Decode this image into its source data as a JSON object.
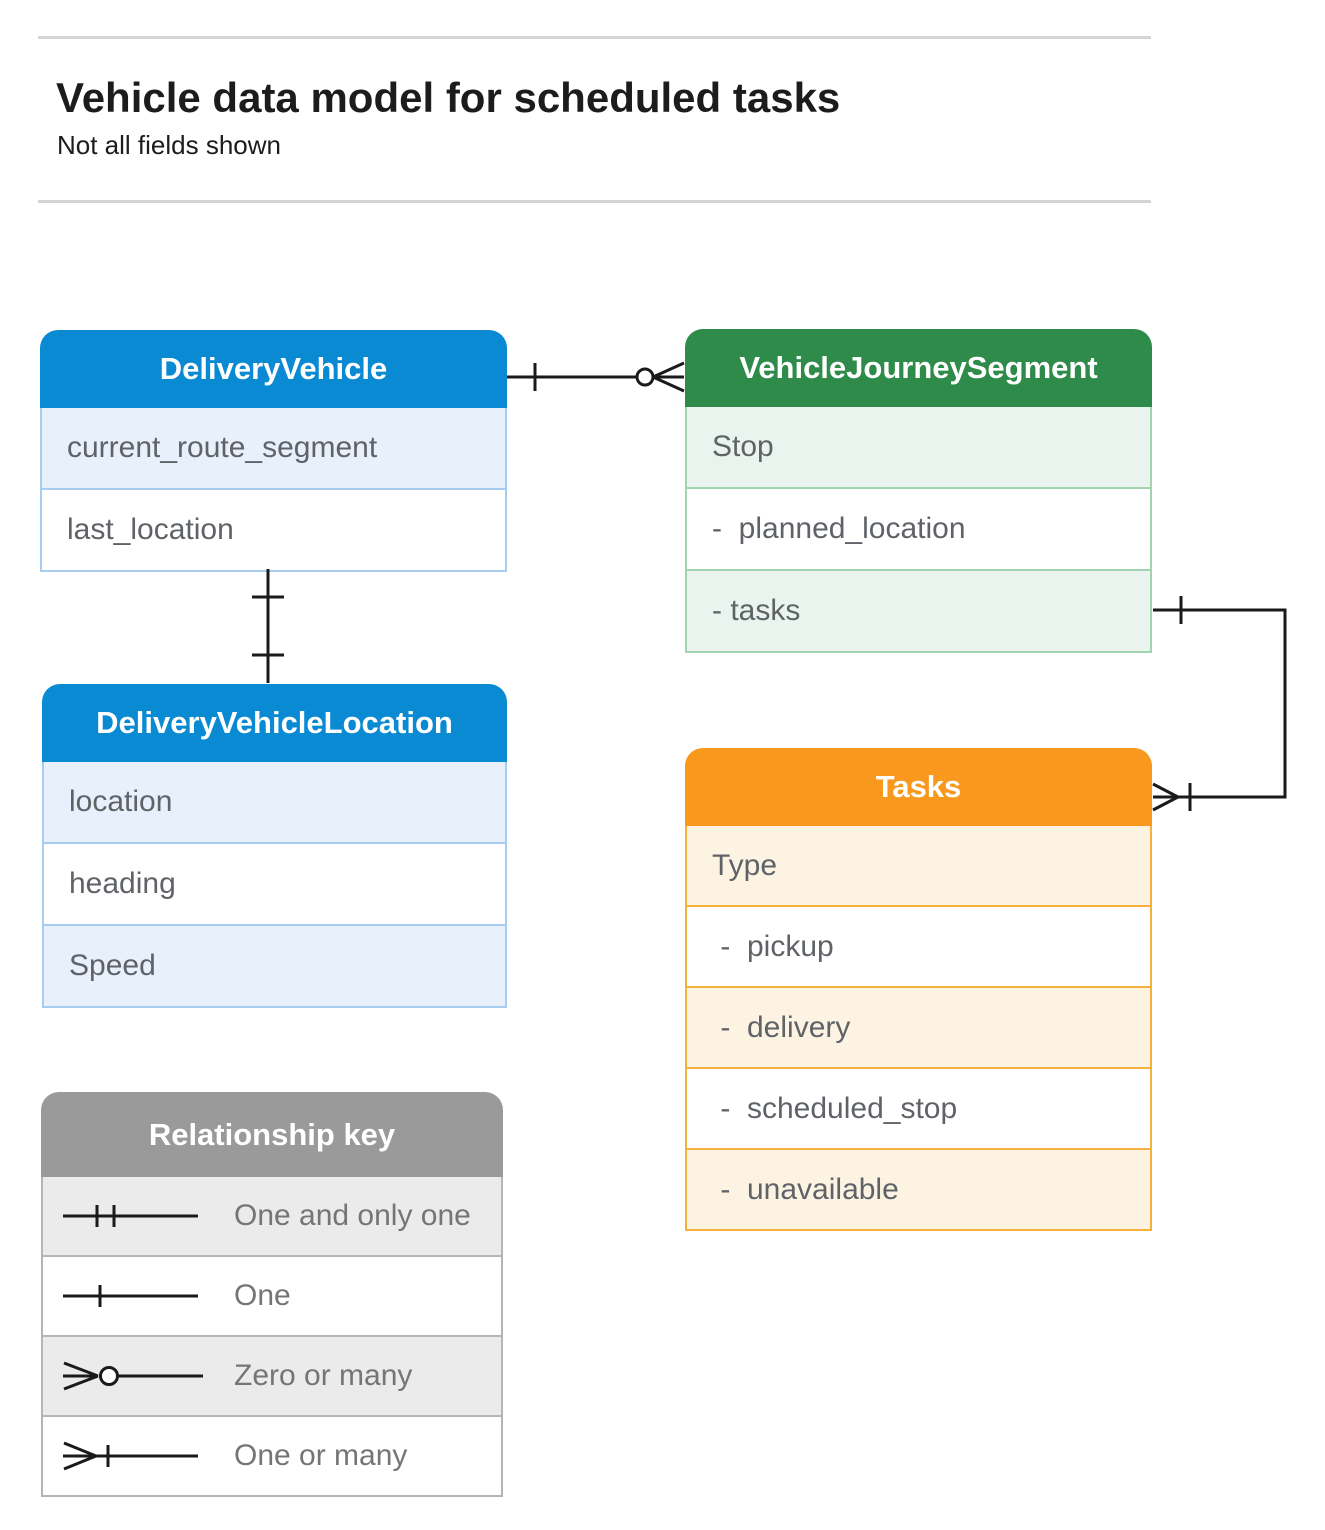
{
  "page": {
    "title": "Vehicle data model for scheduled tasks",
    "subtitle": "Not all fields shown"
  },
  "colors": {
    "blue": "#098ad3",
    "blue_light": "#e8f1fb",
    "blue_border": "#a6cdef",
    "green": "#2e8b49",
    "green_light": "#eaf4ee",
    "green_border": "#a3d3af",
    "orange": "#f8991d",
    "orange_light": "#fdf3e3",
    "orange_border": "#f4b13c",
    "gray": "#9a9a9a",
    "gray_light": "#ebebeb",
    "gray_border": "#b5b5b5",
    "row_text": "#5f6368",
    "connector": "#1a1a1a"
  },
  "entities": {
    "delivery_vehicle": {
      "title": "DeliveryVehicle",
      "rows": [
        "current_route_segment",
        "last_location"
      ]
    },
    "vehicle_journey_segment": {
      "title": "VehicleJourneySegment",
      "rows": [
        "Stop",
        "-  planned_location",
        "- tasks"
      ]
    },
    "delivery_vehicle_location": {
      "title": "DeliveryVehicleLocation",
      "rows": [
        "location",
        "heading",
        "Speed"
      ]
    },
    "tasks": {
      "title": "Tasks",
      "rows": [
        "Type",
        " -  pickup",
        " -  delivery",
        " -  scheduled_stop",
        " -  unavailable"
      ]
    }
  },
  "legend": {
    "title": "Relationship key",
    "items": [
      {
        "icon": "one-and-only-one-icon",
        "label": "One and only one"
      },
      {
        "icon": "one-icon",
        "label": "One"
      },
      {
        "icon": "zero-or-many-icon",
        "label": "Zero or many"
      },
      {
        "icon": "one-or-many-icon",
        "label": "One or many"
      }
    ]
  },
  "relationships": [
    {
      "from": "DeliveryVehicle",
      "to": "VehicleJourneySegment",
      "from_cardinality": "one",
      "to_cardinality": "zero-or-many"
    },
    {
      "from": "DeliveryVehicle",
      "to": "DeliveryVehicleLocation",
      "from_cardinality": "one",
      "to_cardinality": "one"
    },
    {
      "from": "VehicleJourneySegment.tasks",
      "to": "Tasks",
      "from_cardinality": "one",
      "to_cardinality": "one-or-many"
    }
  ]
}
